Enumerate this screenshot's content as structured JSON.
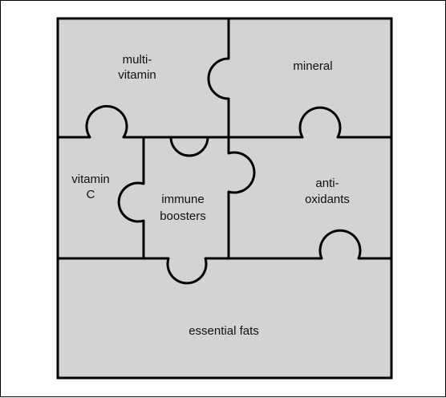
{
  "colors": {
    "piece_fill": "#d3d3d3",
    "outline": "#000000",
    "text": "#111111",
    "background": "#ffffff"
  },
  "pieces": {
    "multivitamin": {
      "lines": [
        "multi-",
        "vitamin"
      ]
    },
    "mineral": {
      "lines": [
        "mineral"
      ]
    },
    "vitamin_c": {
      "lines": [
        "vitamin",
        "C"
      ]
    },
    "immune_boosters": {
      "lines": [
        "immune",
        "boosters"
      ]
    },
    "antioxidants": {
      "lines": [
        "anti-",
        "oxidants"
      ]
    },
    "essential_fats": {
      "lines": [
        "essential fats"
      ]
    }
  }
}
